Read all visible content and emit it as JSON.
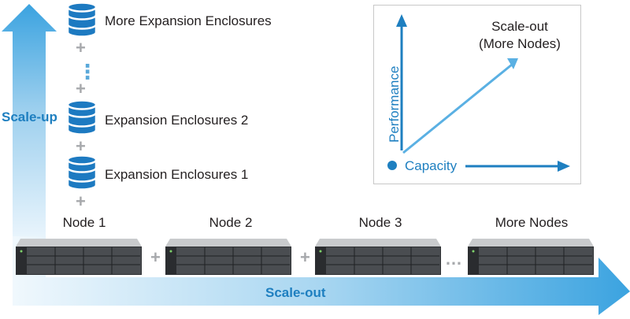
{
  "scale_up": {
    "label": "Scale-up",
    "tiers": [
      {
        "label": "More Expansion Enclosures",
        "icon": "database-icon"
      },
      {
        "label": "Expansion Enclosures 2",
        "icon": "database-icon"
      },
      {
        "label": "Expansion Enclosures 1",
        "icon": "database-icon"
      }
    ],
    "connector": "+",
    "ellipsis": "⋮"
  },
  "scale_out": {
    "label": "Scale-out",
    "nodes": [
      {
        "label": "Node 1",
        "icon": "storage-server-icon"
      },
      {
        "label": "Node 2",
        "icon": "storage-server-icon"
      },
      {
        "label": "Node 3",
        "icon": "storage-server-icon"
      },
      {
        "label": "More Nodes",
        "icon": "storage-server-icon"
      }
    ],
    "connector": "+",
    "ellipsis": "…"
  },
  "inset_chart": {
    "y_axis_label": "Performance",
    "x_axis_label": "Capacity",
    "diagonal_label_line1": "Scale-out",
    "diagonal_label_line2": "(More Nodes)"
  },
  "colors": {
    "accent_blue": "#1e7fc0",
    "arrow_light": "#e8f4fc",
    "arrow_mid": "#9ccfee",
    "arrow_dark": "#3ba3e0",
    "connector_gray": "#a7a9ac"
  }
}
